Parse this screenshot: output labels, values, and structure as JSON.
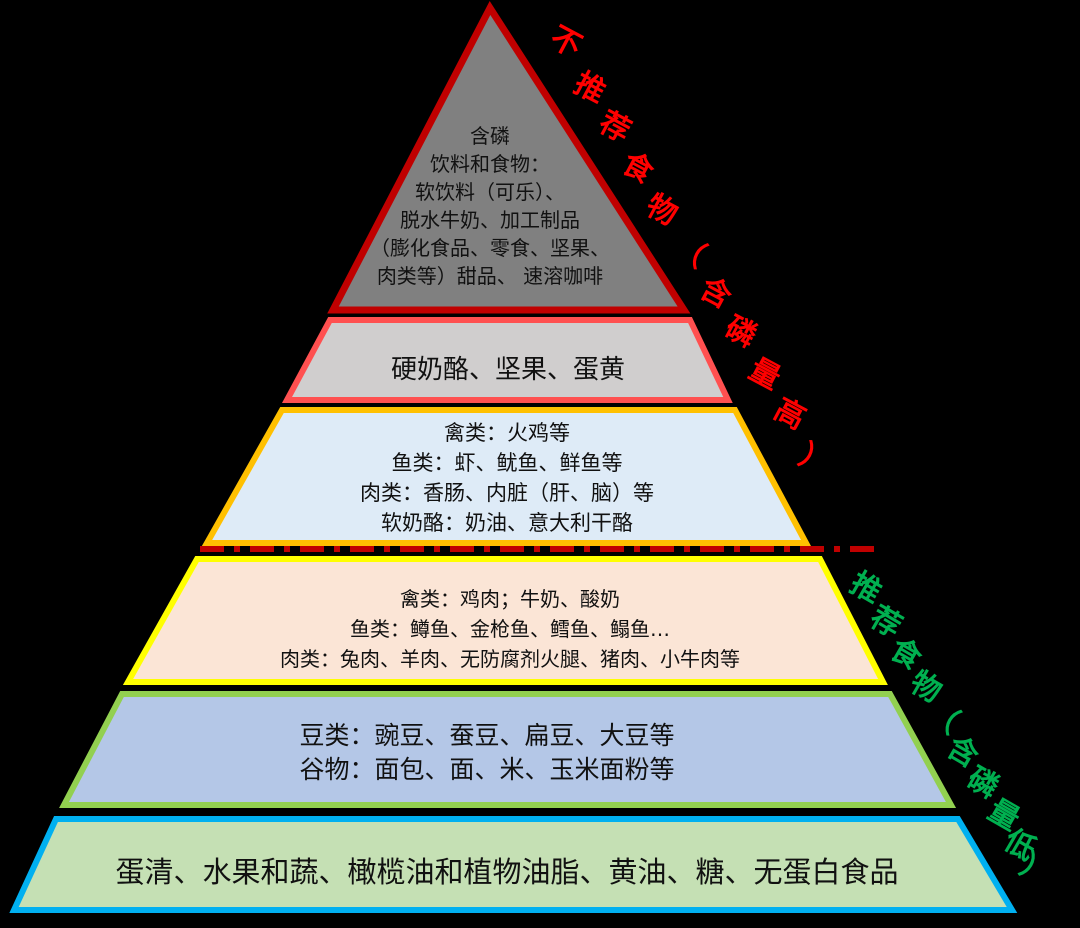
{
  "colors": {
    "background": "#000000",
    "tier1_fill": "#808080",
    "tier1_stroke": "#c00000",
    "tier2_fill": "#d0cece",
    "tier2_stroke": "#ff5050",
    "tier3_fill": "#deebf7",
    "tier3_stroke": "#ffc000",
    "tier4_fill": "#fbe5d6",
    "tier4_stroke": "#ffff00",
    "tier5_fill": "#b4c7e7",
    "tier5_stroke": "#92d050",
    "tier6_fill": "#c5e0b4",
    "tier6_stroke": "#00b0f0",
    "not_recommended": "#ff0000",
    "recommended": "#00b050",
    "divider": "#c00000"
  },
  "tiers": [
    {
      "lines": [
        "含磷",
        "饮料和食物：",
        "软饮料（可乐）、",
        "脱水牛奶、加工制品",
        "（膨化食品、零食、坚果、",
        "肉类等）甜品、 速溶咖啡"
      ]
    },
    {
      "lines": [
        "硬奶酪、坚果、蛋黄"
      ]
    },
    {
      "lines": [
        "禽类：火鸡等",
        "鱼类：虾、鱿鱼、鲜鱼等",
        "肉类：香肠、内脏（肝、脑）等",
        "软奶酪：奶油、意大利干酪"
      ]
    },
    {
      "lines": [
        "禽类：鸡肉；牛奶、酸奶",
        "鱼类：鳟鱼、金枪鱼、鳕鱼、鳎鱼…",
        "肉类：兔肉、羊肉、无防腐剂火腿、猪肉、小牛肉等"
      ]
    },
    {
      "lines": [
        "豆类：豌豆、蚕豆、扁豆、大豆等",
        "谷物：面包、面、米、玉米面粉等"
      ]
    },
    {
      "lines": [
        "蛋清、水果和蔬、橄榄油和植物油脂、黄油、糖、无蛋白食品"
      ]
    }
  ],
  "labels": {
    "not_recommended": [
      "不",
      "推",
      "荐",
      "食",
      "物",
      "（",
      "含",
      "磷",
      "量",
      "高",
      "）"
    ],
    "recommended": [
      "推",
      "荐",
      "食",
      "物",
      "（",
      "含",
      "磷",
      "量",
      "低",
      "）"
    ]
  }
}
